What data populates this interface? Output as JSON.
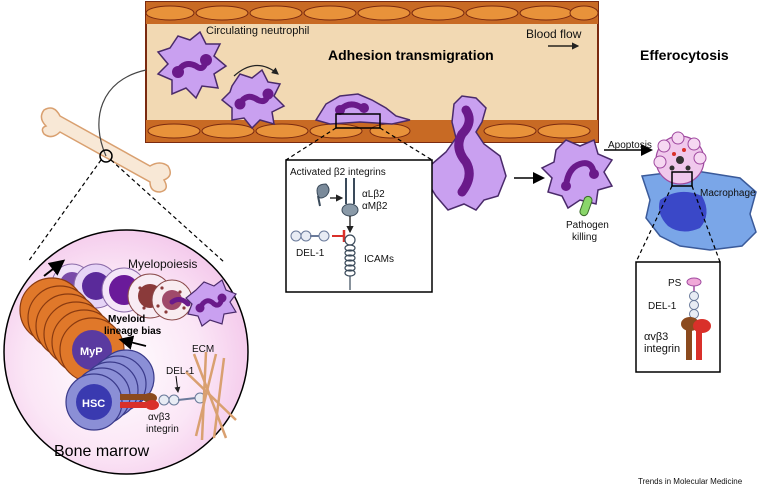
{
  "labels": {
    "circulating_neutrophil": "Circulating neutrophil",
    "adhesion_transmigration": "Adhesion transmigration",
    "blood_flow": "Blood flow",
    "efferocytosis": "Efferocytosis",
    "apoptosis": "Apoptosis",
    "macrophage": "Macrophage",
    "pathogen_killing_1": "Pathogen",
    "pathogen_killing_2": "killing",
    "myelopoiesis": "Myelopoiesis",
    "myeloid_bias_1": "Myeloid",
    "myeloid_bias_2": "lineage bias",
    "myp": "MyP",
    "hsc": "HSC",
    "ecm": "ECM",
    "del1_marrow": "DEL-1",
    "avb3_marrow_1": "αvβ3",
    "avb3_marrow_2": "integrin",
    "bone_marrow": "Bone marrow",
    "footer": "Trends in Molecular Medicine"
  },
  "box_integrins": {
    "title": "Activated β2 integrins",
    "alb2": "αLβ2",
    "amb2": "αMβ2",
    "del1": "DEL-1",
    "icams": "ICAMs"
  },
  "box_efferocytosis": {
    "ps": "PS",
    "del1": "DEL-1",
    "avb3_1": "αvβ3",
    "avb3_2": "integrin"
  },
  "colors": {
    "vessel": "#f2d9b3",
    "vessel_wall": "#d97a2a",
    "vessel_border": "#7a2a10",
    "cell": "#c9a0f0",
    "nucleus": "#6a1a8a",
    "macrophage": "#7aa6e8",
    "myp": "#e0782a",
    "hsc": "#8b8fd6",
    "integrin_brown": "#8b4a1e",
    "integrin_red": "#d9302a",
    "inhibit": "#d9302a"
  }
}
